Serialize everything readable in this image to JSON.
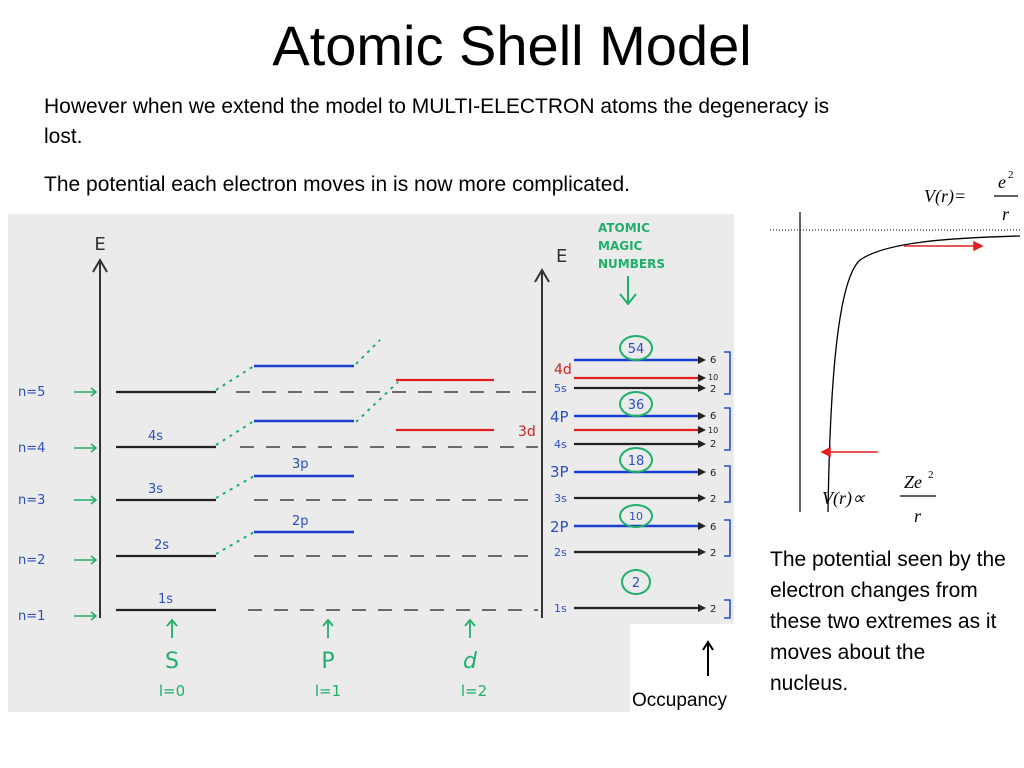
{
  "slide": {
    "title": "Atomic Shell Model",
    "paragraph_1": "However when we extend the model to MULTI-ELECTRON atoms the degeneracy is lost.",
    "paragraph_2": "The potential each electron moves in is now more complicated.",
    "side_text": "The potential seen by the electron changes from these two extremes as it moves about the nucleus.",
    "occupancy_label": "Occupancy"
  },
  "diagram": {
    "energy_axis_label": "E",
    "magic_header": "ATOMIC MAGIC NUMBERS",
    "magic_header_lines": [
      "ATOMIC",
      "MAGIC",
      "NUMBERS"
    ],
    "n_labels": [
      "n=5",
      "n=4",
      "n=3",
      "n=2",
      "n=1"
    ],
    "left_levels": [
      "4s",
      "3s",
      "2s",
      "1s"
    ],
    "p_levels": [
      "3p",
      "2p"
    ],
    "d_levels": [
      "4d",
      "3d"
    ],
    "right_levels": [
      "5s",
      "4P",
      "4s",
      "3P",
      "3s",
      "2P",
      "2s",
      "1s"
    ],
    "magic_numbers": [
      "54",
      "36",
      "18",
      "10",
      "2"
    ],
    "occupancies": [
      "6",
      "10",
      "2",
      "6",
      "10",
      "2",
      "6",
      "2",
      "6",
      "2",
      "2"
    ],
    "orbital_labels": [
      "S",
      "P",
      "d"
    ],
    "l_labels": [
      "l=0",
      "l=1",
      "l=2"
    ],
    "colors": {
      "s_level": "#222222",
      "p_level": "#1a3fd1",
      "d_level": "#e02020",
      "label_blue": "#2a4fbf",
      "label_green": "#1faf6a",
      "label_red": "#d42020"
    }
  },
  "potential": {
    "top_formula": {
      "lhs": "V(r)=",
      "num": "e",
      "num_sup": "2",
      "den": "r"
    },
    "bottom_formula": {
      "lhs": "V(r)∝",
      "num": "Ze",
      "num_sup": "2",
      "den": "r"
    }
  }
}
